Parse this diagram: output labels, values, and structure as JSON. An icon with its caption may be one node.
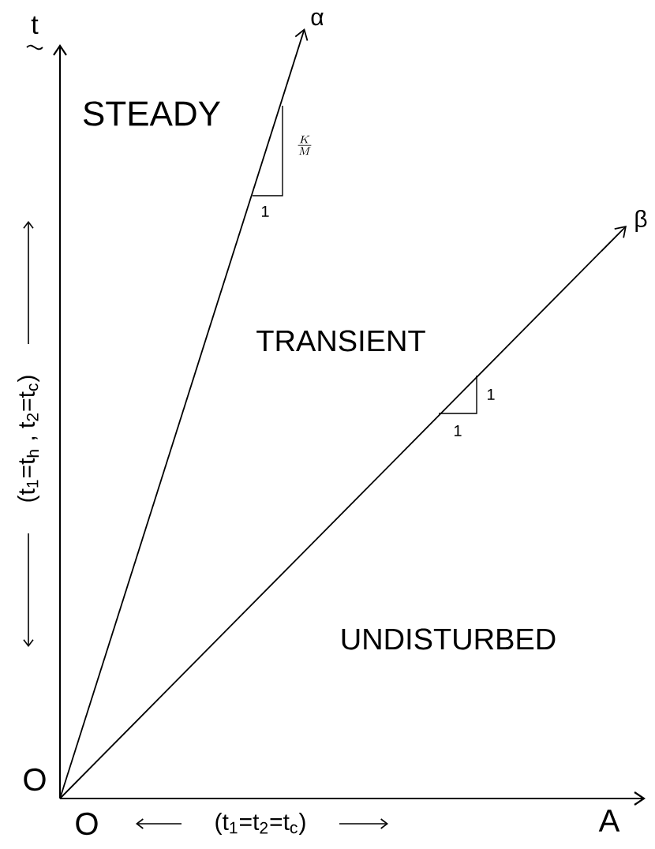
{
  "diagram": {
    "labels": [
      "t",
      "α",
      "STEADY",
      "\\frac{K}{M}",
      "1",
      "β",
      "TRANSIENT",
      "1",
      "1",
      "(t$_{1}$=t$_{h}$ , t$_{2}$=t$_{c}$)",
      "UNDISTURBED",
      "O",
      "O",
      "(t$_{1}$=t$_{2}$=t$_{c}$)",
      "A"
    ]
  }
}
